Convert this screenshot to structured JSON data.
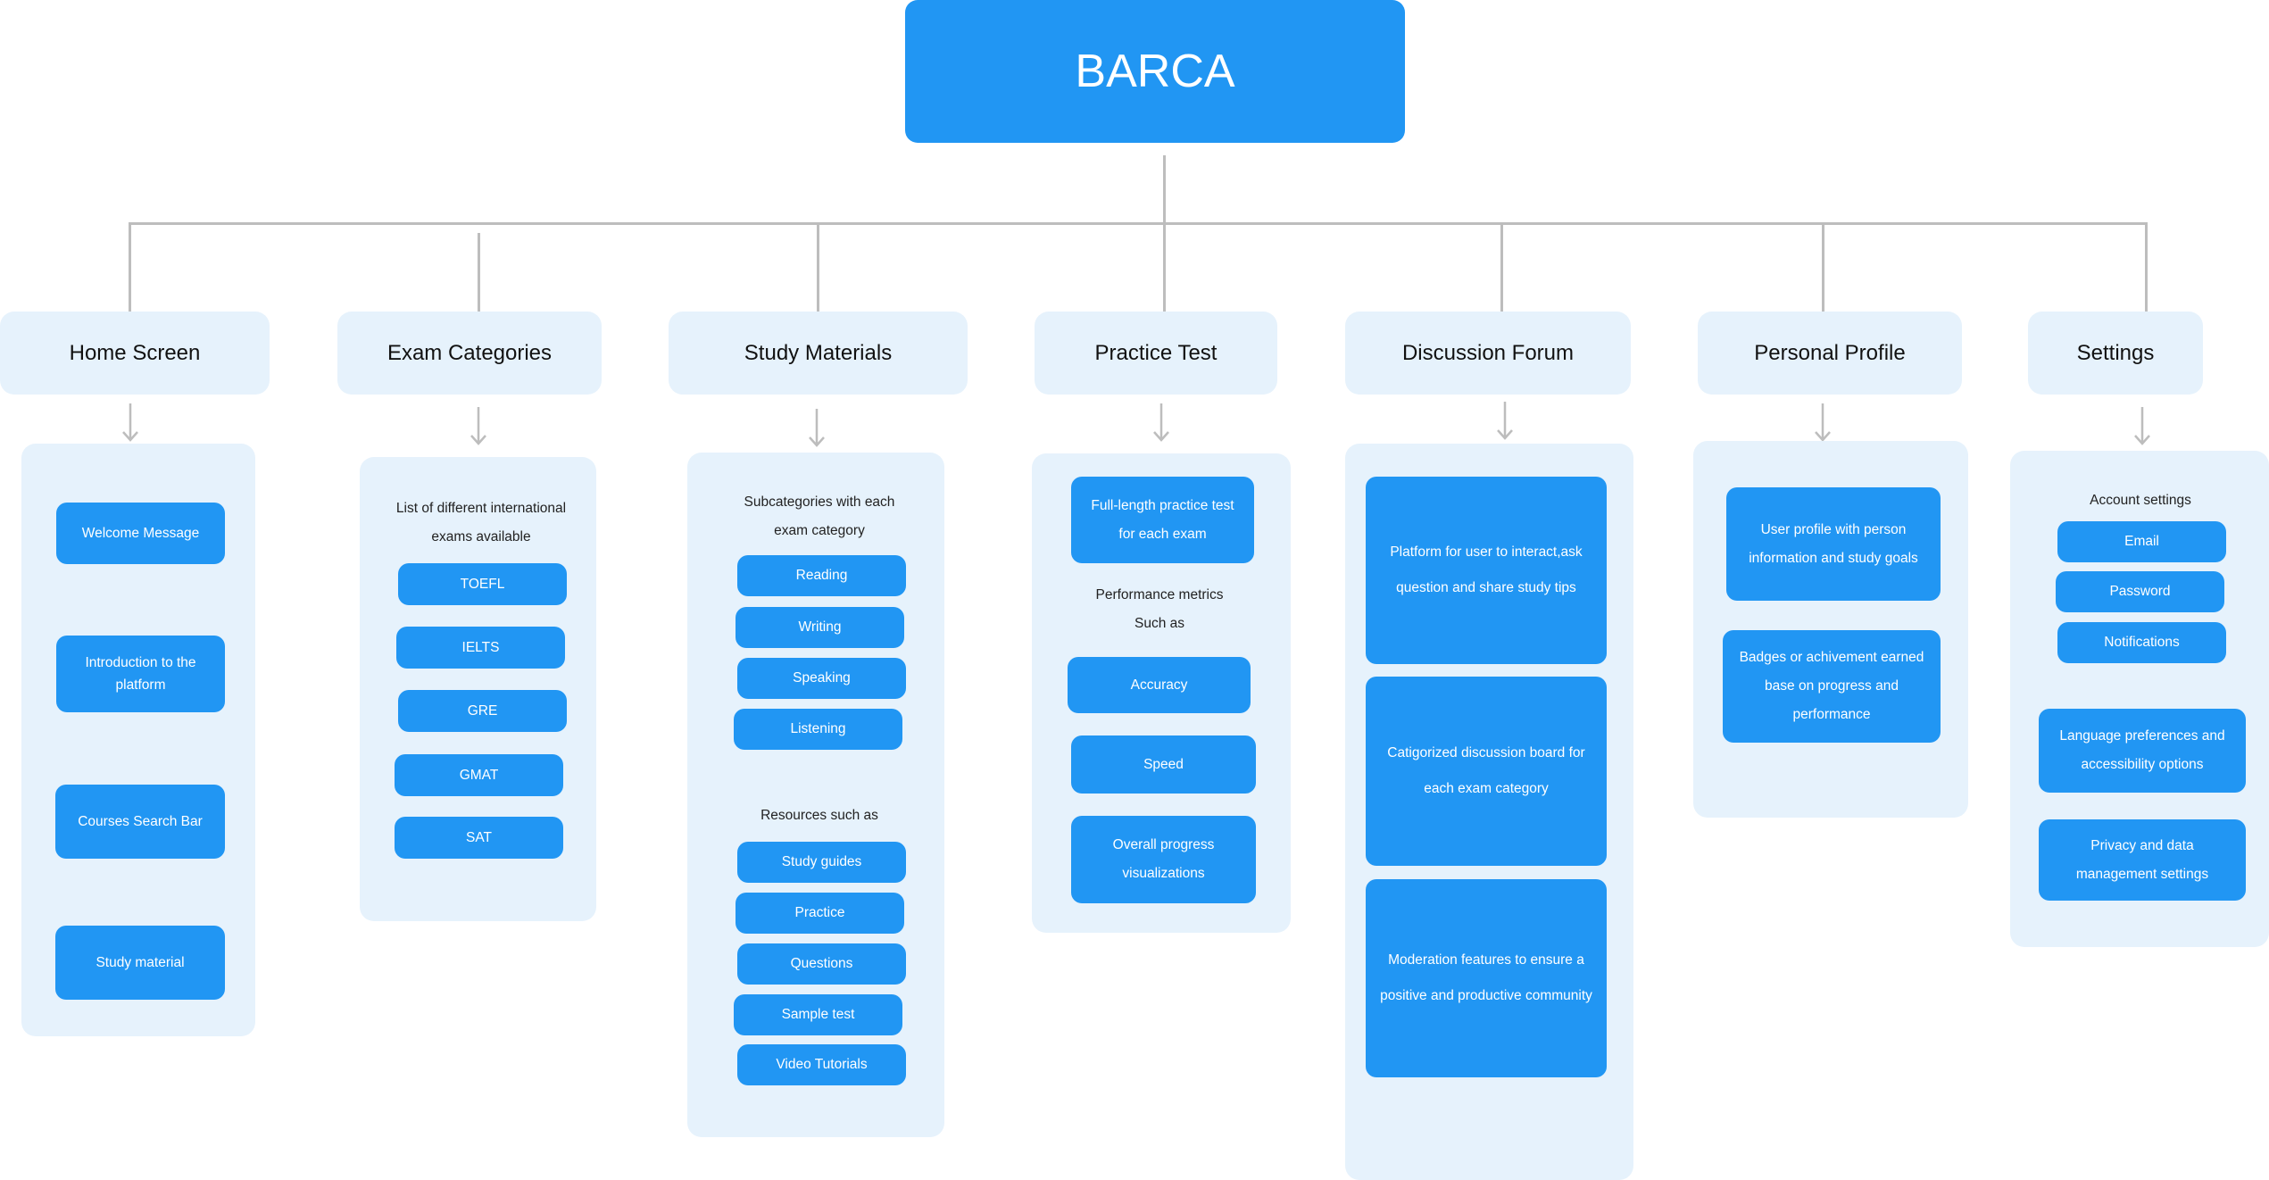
{
  "root": {
    "title": "BARCA"
  },
  "categories": [
    {
      "label": "Home Screen"
    },
    {
      "label": "Exam Categories"
    },
    {
      "label": "Study Materials"
    },
    {
      "label": "Practice Test"
    },
    {
      "label": "Discussion Forum"
    },
    {
      "label": "Personal Profile"
    },
    {
      "label": "Settings"
    }
  ],
  "home": {
    "items": [
      "Welcome Message",
      "Introduction to the platform",
      "Courses Search Bar",
      "Study material"
    ]
  },
  "exam": {
    "intro": "List of different international exams available",
    "items": [
      "TOEFL",
      "IELTS",
      "GRE",
      "GMAT",
      "SAT"
    ]
  },
  "study": {
    "intro": "Subcategories with each exam category",
    "subcategories": [
      "Reading",
      "Writing",
      "Speaking",
      "Listening"
    ],
    "resources_label": "Resources such as",
    "resources": [
      "Study guides",
      "Practice",
      "Questions",
      "Sample test",
      "Video Tutorials"
    ]
  },
  "practice": {
    "full_length": "Full-length practice test for each exam",
    "metrics_label": "Performance metrics Such as",
    "metrics": [
      "Accuracy",
      "Speed",
      "Overall progress visualizations"
    ]
  },
  "forum": {
    "items": [
      "Platform for user to interact,ask question and share study tips",
      "Catigorized discussion board for each exam category",
      "Moderation features to ensure a positive and productive community"
    ]
  },
  "profile": {
    "items": [
      "User profile with person information and study goals",
      "Badges or achivement earned base on progress and performance"
    ]
  },
  "settings": {
    "account_label": "Account settings",
    "account_items": [
      "Email",
      "Password",
      "Notifications"
    ],
    "items": [
      "Language preferences and accessibility options",
      "Privacy and data management settings"
    ]
  },
  "colors": {
    "primary": "#2196f3",
    "panel": "#e6f2fc",
    "connector": "#bdbdbd"
  }
}
